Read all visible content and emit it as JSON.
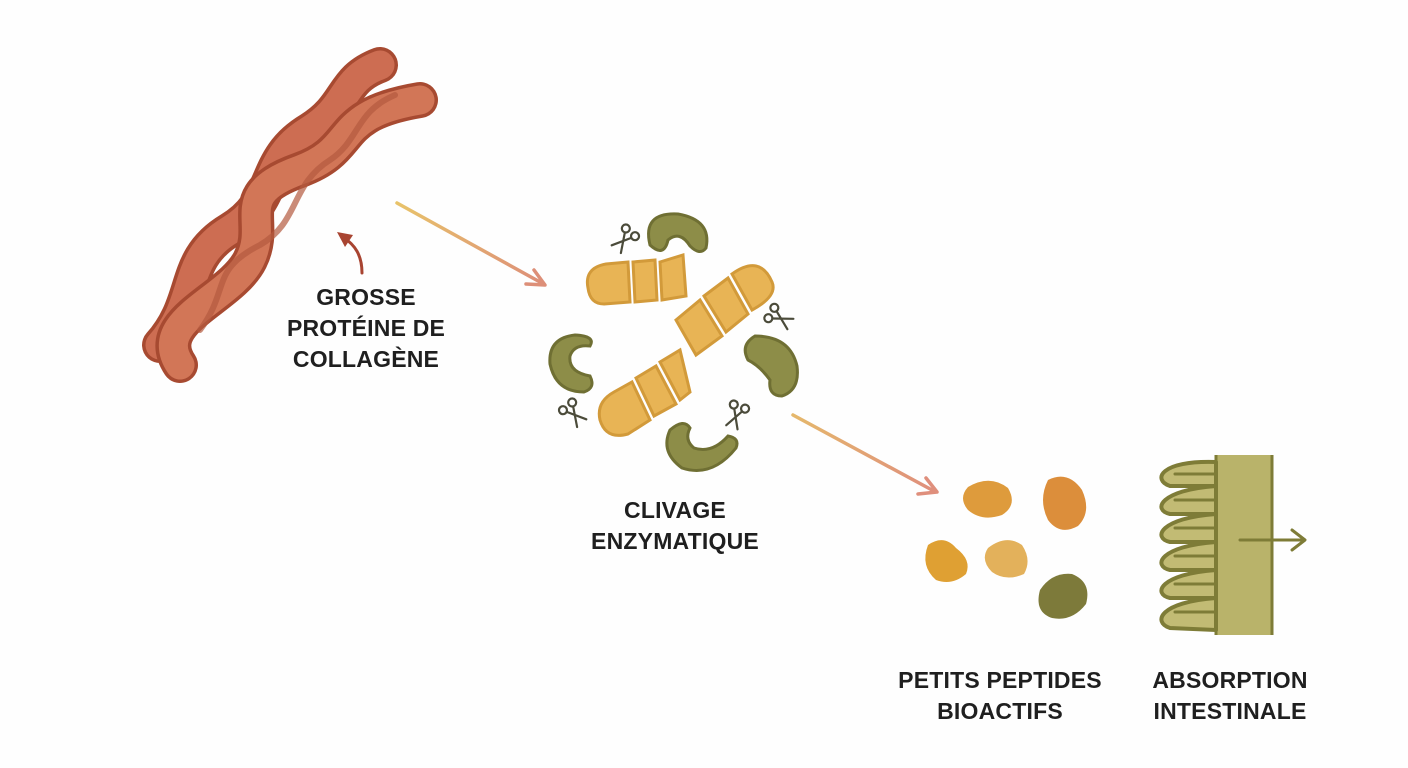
{
  "labels": {
    "collagen": [
      "GROSSE",
      "PROTÉINE DE",
      "COLLAGÈNE"
    ],
    "cleavage": [
      "CLIVAGE",
      "ENZYMATIQUE"
    ],
    "peptides": [
      "PETITS PEPTIDES",
      "BIOACTIFS"
    ],
    "absorption": [
      "ABSORPTION",
      "INTESTINALE"
    ]
  },
  "icons": {
    "protein": "collagen-triple-helix-icon",
    "enzyme": "scissors-icon",
    "enzyme_body": "enzyme-icon",
    "peptide": "peptide-fragment-icon",
    "intestine": "intestinal-villi-icon"
  },
  "colors": {
    "collagen": "#c8694f",
    "collagen_outline": "#b25238",
    "fragment": "#e8b455",
    "fragment_outline": "#d49a37",
    "enzyme": "#8a8b47",
    "enzyme_outline": "#6e6f33",
    "peptide_orange": "#de9b3c",
    "peptide_tan": "#e3b15b",
    "peptide_olive": "#7d7a3a",
    "intestine_fill": "#b9b36a",
    "intestine_line": "#7e7c37",
    "arrow": "#dca07a"
  }
}
